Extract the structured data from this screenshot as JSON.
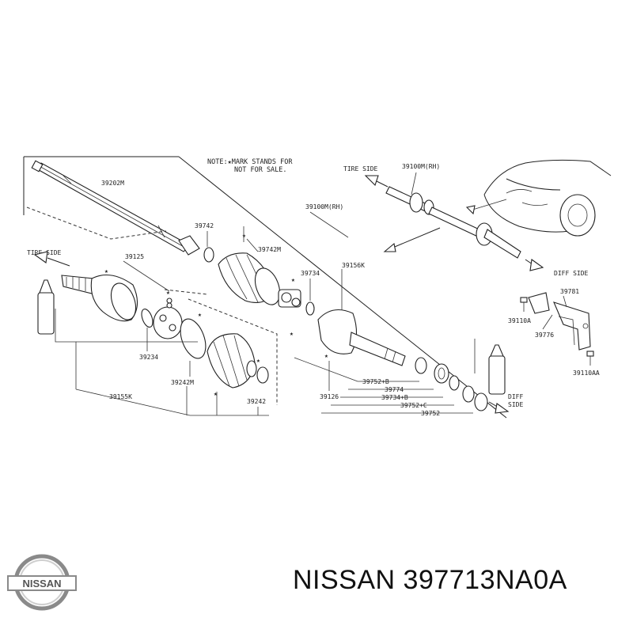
{
  "note": {
    "line1": "NOTE:★MARK STANDS FOR",
    "line2": "NOT FOR SALE."
  },
  "labels": {
    "p39202M": "39202M",
    "p39100M_RH_top": "39100M(RH)",
    "p39100M_RH": "39100M(RH)",
    "p39742": "39742",
    "p39742M": "39742M",
    "p39125": "39125",
    "p39734": "39734",
    "p39156K": "39156K",
    "p39234": "39234",
    "p39242M": "39242M",
    "p39155K": "39155K",
    "p39242": "39242",
    "p39126": "39126",
    "p39752B": "39752+B",
    "p39774": "39774",
    "p39734B": "39734+B",
    "p39752C": "39752+C",
    "p39752": "39752",
    "p39781": "39781",
    "p39110A": "39110A",
    "p39776": "39776",
    "p39110AA": "39110AA"
  },
  "side_labels": {
    "tire_side_top": "TIRE SIDE",
    "tire_side_left": "TIRE SIDE",
    "diff_side_top": "DIFF SIDE",
    "diff_side_bottom_1": "DIFF",
    "diff_side_bottom_2": "SIDE"
  },
  "brand": {
    "logo_text": "NISSAN",
    "caption": "NISSAN 397713NA0A"
  }
}
